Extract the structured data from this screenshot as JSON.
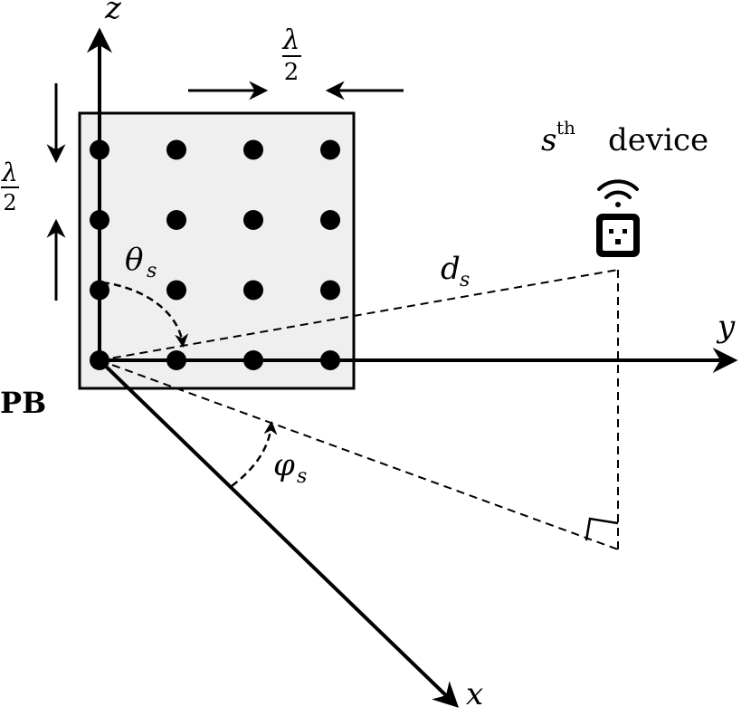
{
  "axes": {
    "z": "z",
    "y": "y",
    "x": "x"
  },
  "labels": {
    "pb": "PB",
    "lambda": "λ",
    "two": "2",
    "device_s": "s",
    "device_sup": "th",
    "device_word": "device",
    "theta": "θ",
    "theta_sub": "s",
    "phi": "φ",
    "phi_sub": "s",
    "d": "d",
    "d_sub": "s"
  },
  "colors": {
    "panel_fill": "#efefef",
    "stroke": "#000000"
  },
  "icons": {
    "device": "smart-plug-wifi-icon"
  },
  "array": {
    "rows": 4,
    "cols": 4
  }
}
